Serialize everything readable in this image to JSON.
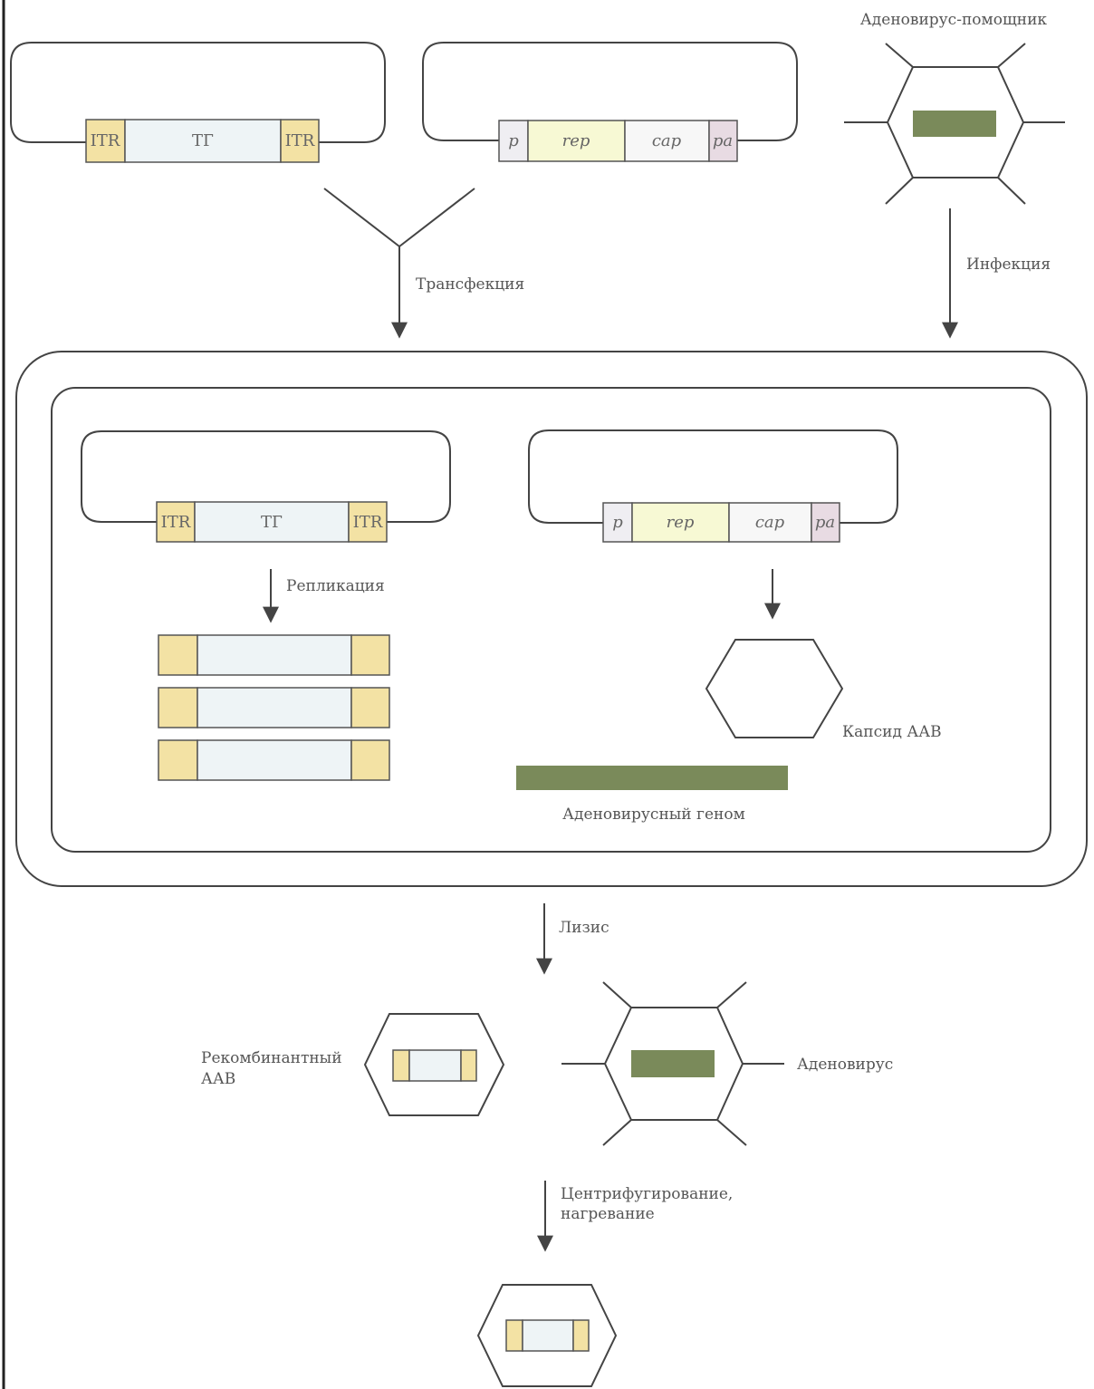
{
  "diagram": {
    "helper_adenovirus_label": "Аденовирус-помощник",
    "transfection_label": "Трансфекция",
    "infection_label": "Инфекция",
    "replication_label": "Репликация",
    "aav_capsid_label": "Капсид ААВ",
    "adenoviral_genome_label": "Аденовирусный геном",
    "lysis_label": "Лизис",
    "recombinant_aav_label_line1": "Рекомбинантный",
    "recombinant_aav_label_line2": "ААВ",
    "adenovirus_label": "Аденовирус",
    "centrifugation_label_line1": "Центрифугирование,",
    "centrifugation_label_line2": "нагревание",
    "vector_plasmid": {
      "itr_left": "ITR",
      "transgene": "ТГ",
      "itr_right": "ITR"
    },
    "helper_plasmid": {
      "promoter": "p",
      "rep": "rep",
      "cap": "cap",
      "polya": "pa"
    }
  },
  "colors": {
    "itr": "#f3e2a4",
    "transgene": "#eef4f6",
    "rep": "#f7f9d4",
    "cap": "#f7f7f7",
    "promoter": "#efeef2",
    "polya": "#e8dbe3",
    "adeno_genome": "#7a8a5a",
    "line": "#444444"
  }
}
